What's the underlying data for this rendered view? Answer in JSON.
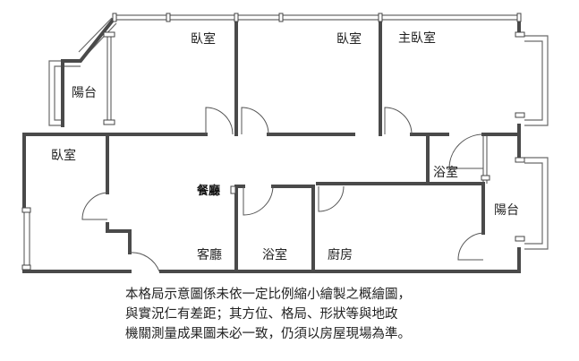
{
  "rooms": {
    "bedroom_1": "臥室",
    "bedroom_2": "臥室",
    "master_bedroom": "主臥室",
    "balcony_left": "陽台",
    "bedroom_left": "臥室",
    "dining": "餐廳",
    "living": "客廳",
    "bath_1": "浴室",
    "kitchen": "廚房",
    "bath_2": "浴室",
    "balcony_right": "陽台"
  },
  "disclaimer": {
    "line1": "本格局示意圖係未依一定比例縮小繪製之概繪圖，",
    "line2": "與實況仁有差距；其方位、格局、形狀等與地政",
    "line3": "機關測量成果圖未必一致，仍須以房屋現場為準。"
  }
}
